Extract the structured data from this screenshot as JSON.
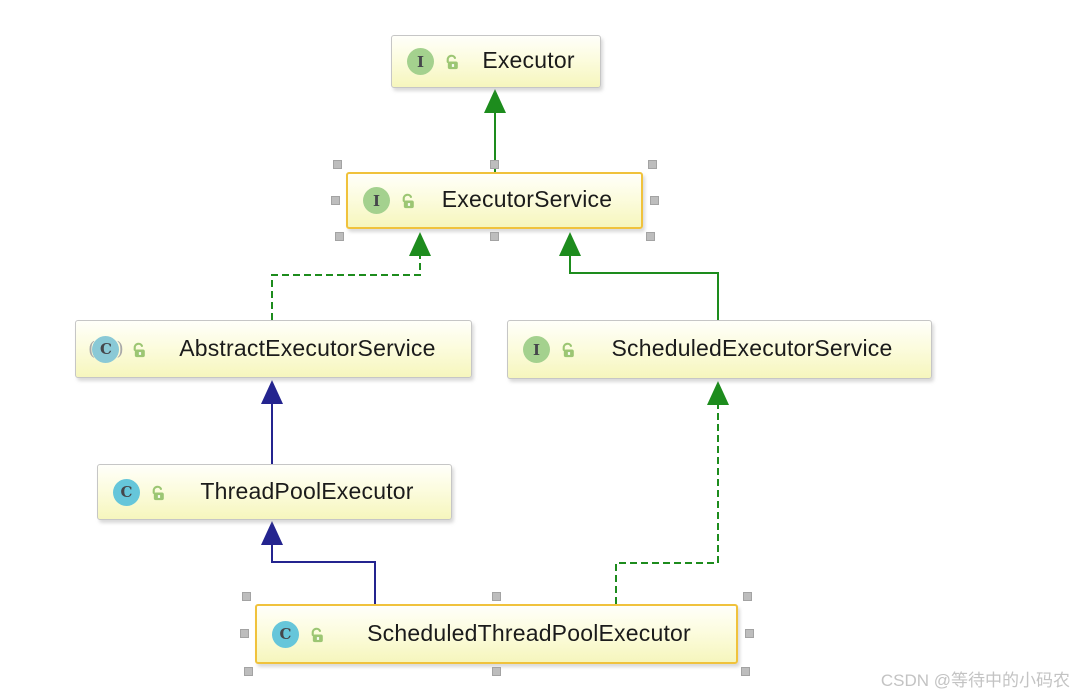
{
  "diagram": {
    "tool": "uml-class-diagram",
    "watermark": "CSDN @等待中的小码农",
    "icons": {
      "interface_letter": "I",
      "class_letter": "C",
      "abstract_paren_left": "(",
      "abstract_paren_right": ")",
      "lock_meaning": "public-visibility-open-lock"
    },
    "colors": {
      "background": "#ffffff",
      "box_fill_top": "#fffffa",
      "box_fill_bottom": "#f6f6bd",
      "box_border": "#c6c6c6",
      "selected_border": "#f0c23c",
      "interface_icon_bg": "#a4d18e",
      "class_icon_bg": "#66c6da",
      "lock_green": "#9cc673",
      "edge_green": "#1d8c1d",
      "edge_navy": "#24248f",
      "handle_gray": "#bdbdbd",
      "watermark_gray": "#c3c3c3"
    },
    "nodes": [
      {
        "label": "Executor",
        "kind": "interface",
        "selected": false
      },
      {
        "label": "ExecutorService",
        "kind": "interface",
        "selected": true
      },
      {
        "label": "AbstractExecutorService",
        "kind": "abstract-class",
        "selected": false
      },
      {
        "label": "ScheduledExecutorService",
        "kind": "interface",
        "selected": false
      },
      {
        "label": "ThreadPoolExecutor",
        "kind": "class",
        "selected": false
      },
      {
        "label": "ScheduledThreadPoolExecutor",
        "kind": "class",
        "selected": true
      }
    ],
    "edges": [
      {
        "from": "ExecutorService",
        "to": "Executor",
        "relation": "extends",
        "style": "solid",
        "color": "green"
      },
      {
        "from": "AbstractExecutorService",
        "to": "ExecutorService",
        "relation": "implements",
        "style": "dashed",
        "color": "green"
      },
      {
        "from": "ScheduledExecutorService",
        "to": "ExecutorService",
        "relation": "extends",
        "style": "solid",
        "color": "green"
      },
      {
        "from": "ThreadPoolExecutor",
        "to": "AbstractExecutorService",
        "relation": "extends",
        "style": "solid",
        "color": "navy"
      },
      {
        "from": "ScheduledThreadPoolExecutor",
        "to": "ThreadPoolExecutor",
        "relation": "extends",
        "style": "solid",
        "color": "navy"
      },
      {
        "from": "ScheduledThreadPoolExecutor",
        "to": "ScheduledExecutorService",
        "relation": "implements",
        "style": "dashed",
        "color": "green"
      }
    ]
  }
}
